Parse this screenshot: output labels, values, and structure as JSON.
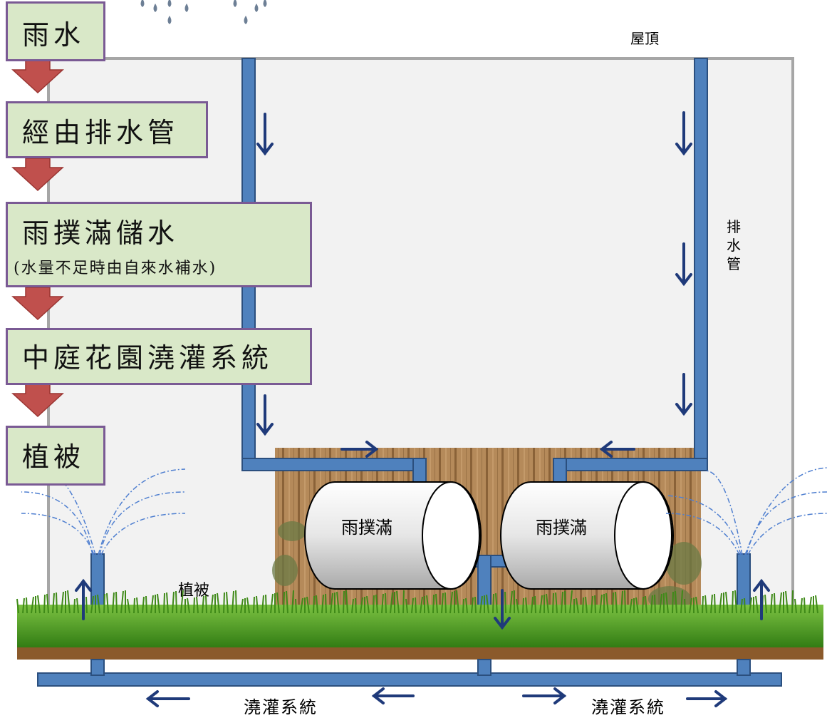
{
  "flow": {
    "steps": [
      {
        "label": "雨水"
      },
      {
        "label": "經由排水管"
      },
      {
        "label": "雨撲滿儲水",
        "note": "(水量不足時由自來水補水)"
      },
      {
        "label": "中庭花園澆灌系統"
      },
      {
        "label": "植被"
      }
    ]
  },
  "labels": {
    "roof": "屋頂",
    "drain_pipe": "排水管",
    "vegetation": "植被",
    "irrigation_left": "澆灌系統",
    "irrigation_right": "澆灌系統"
  },
  "tanks": [
    {
      "label": "雨撲滿"
    },
    {
      "label": "雨撲滿"
    }
  ],
  "colors": {
    "pipe": "#4f81bd",
    "pipe_outline": "#2b4f7e",
    "arrow": "#1f3a7a",
    "step_fill": "#d9e8c8",
    "step_border": "#7a5a94",
    "flow_arrow": "#c0504d",
    "grass": "#4e9c1f",
    "soil": "#8b5a2b",
    "building_fill": "#f2f2f2",
    "building_line": "#a6a6a6",
    "fence": "#a47a4e"
  }
}
